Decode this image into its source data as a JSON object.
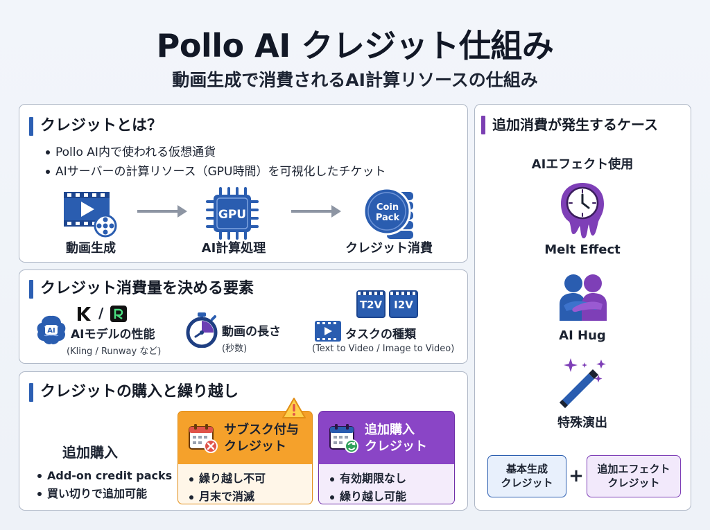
{
  "header": {
    "title": "Pollo AI クレジット仕組み",
    "subtitle": "動画生成で消費されるAI計算リソースの仕組み"
  },
  "what_is": {
    "heading": "クレジットとは？",
    "bullets": [
      "Pollo AI内で使われる仮想通貨",
      "AIサーバーの計算リソース（GPU時間）を可視化したチケット"
    ],
    "flow": [
      {
        "label": "動画生成",
        "icon": "video-film-icon"
      },
      {
        "label": "AI計算処理",
        "icon": "gpu-chip-icon",
        "icon_text": "GPU"
      },
      {
        "label": "クレジット消費",
        "icon": "coin-pack-icon",
        "icon_text": "Coin Pack"
      }
    ]
  },
  "factors": {
    "heading": "クレジット消費量を決める要素",
    "items": [
      {
        "title": "AIモデルの性能",
        "sub": "(Kling / Runway など)",
        "icon": "ai-brain-icon",
        "logo_sep": "/"
      },
      {
        "title": "動画の長さ",
        "sub": "(秒数)",
        "icon": "stopwatch-icon"
      },
      {
        "title": "タスクの種類",
        "sub": "(Text to Video / Image to Video)",
        "icon": "video-task-icon",
        "badges": [
          "T2V",
          "I2V"
        ]
      }
    ]
  },
  "purchase": {
    "heading": "クレジットの購入と繰り越し",
    "addon": {
      "title": "追加購入",
      "bullets": [
        "Add-on credit packs",
        "買い切りで追加可能"
      ]
    },
    "subscription": {
      "title_line1": "サブスク付与",
      "title_line2": "クレジット",
      "bullets": [
        "繰り越し不可",
        "月末で消滅"
      ],
      "color": "#f5a12b"
    },
    "extra": {
      "title_line1": "追加購入",
      "title_line2": "クレジット",
      "bullets": [
        "有効期限なし",
        "繰り越し可能"
      ],
      "color": "#8a45c6"
    }
  },
  "extra_cases": {
    "heading": "追加消費が発生するケース",
    "intro": "AIエフェクト使用",
    "effects": [
      {
        "label": "Melt Effect",
        "icon": "melting-clock-icon"
      },
      {
        "label": "AI Hug",
        "icon": "hug-icon"
      },
      {
        "label": "特殊演出",
        "icon": "magic-wand-icon"
      }
    ],
    "formula": {
      "left": "基本生成クレジット",
      "left_line1": "基本生成",
      "left_line2": "クレジット",
      "op": "+",
      "right_line1": "追加エフェクト",
      "right_line2": "クレジット"
    }
  }
}
